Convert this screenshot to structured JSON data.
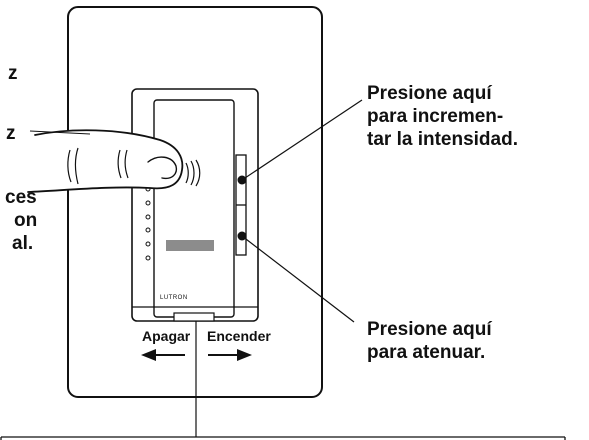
{
  "left_labels": {
    "line1": "z",
    "line2": "z",
    "line3": "ces",
    "line4": "on",
    "line5": "al."
  },
  "callout_up": {
    "lines": [
      "Presione aquí",
      "para incremen-",
      "tar la intensidad."
    ]
  },
  "callout_down": {
    "lines": [
      "Presione aquí",
      "para atenuar."
    ]
  },
  "switch": {
    "off_label": "Apagar",
    "on_label": "Encender",
    "brand": "LUTRON"
  },
  "colors": {
    "stroke": "#111111",
    "indicator_bar": "#8c8c8c",
    "background": "#ffffff"
  }
}
